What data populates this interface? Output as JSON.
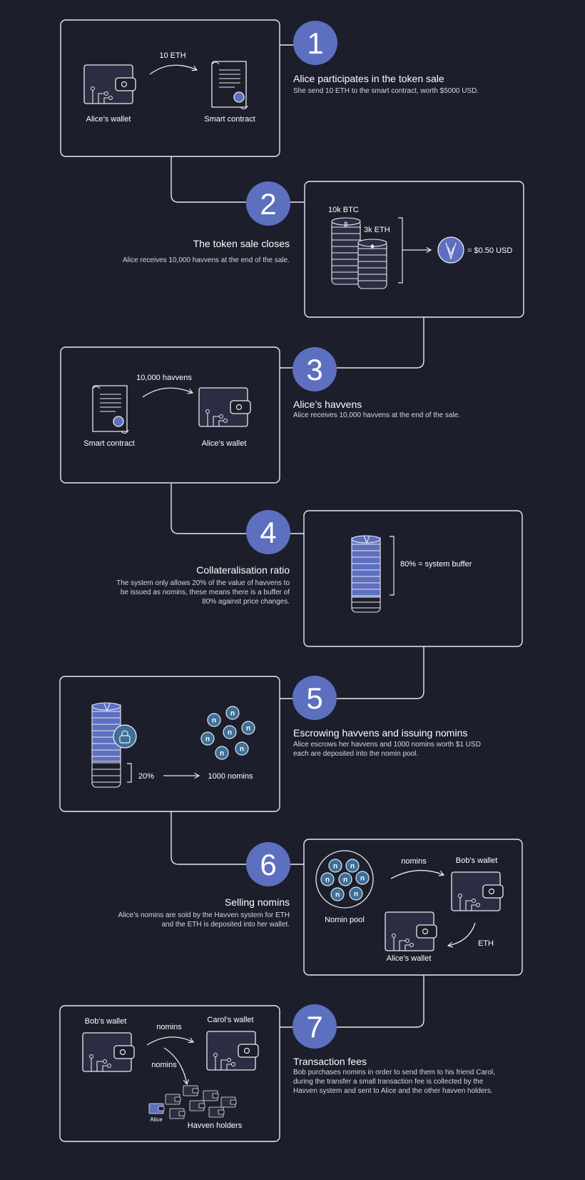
{
  "colors": {
    "background": "#1c1e2b",
    "accent": "#5d6fbf",
    "nomin": "#3d6f97",
    "line": "#e9eaf0"
  },
  "steps": [
    {
      "number": "1",
      "title": "Alice participates in the token sale",
      "desc": [
        "She send 10 ETH to the smart contract, worth $5000 USD."
      ]
    },
    {
      "number": "2",
      "title": "The token sale closes",
      "desc": [
        "Alice receives 10,000 havvens at the end of the sale."
      ]
    },
    {
      "number": "3",
      "title": "Alice’s havvens",
      "desc": [
        "Alice receives 10,000 havvens at the end of the sale."
      ]
    },
    {
      "number": "4",
      "title": "Collateralisation ratio",
      "desc": [
        "The system only allows 20% of the value of havvens to",
        "be issued as nomins, these means there is a buffer of",
        "80% against price changes."
      ]
    },
    {
      "number": "5",
      "title": "Escrowing havvens and issuing nomins",
      "desc": [
        "Alice escrows her havvens and 1000 nomins worth $1 USD",
        "each are deposited into the nomin pool."
      ]
    },
    {
      "number": "6",
      "title": "Selling nomins",
      "desc": [
        "Alice’s nomins are sold by the Havven system for ETH",
        "and the ETH is deposited into her wallet."
      ]
    },
    {
      "number": "7",
      "title": "Transaction fees",
      "desc": [
        "Bob purchases nomins in order to send them to his friend Carol,",
        "during the transfer a small transaction fee is collected by the",
        "Havven system and sent to Alice and the other havven holders."
      ]
    }
  ],
  "labels": {
    "p1_amount": "10 ETH",
    "p1_wallet": "Alice’s wallet",
    "p1_contract": "Smart contract",
    "p2_btc": "10k BTC",
    "p2_eth": "3k ETH",
    "p2_price": "= $0.50 USD",
    "p3_amount": "10,000 havvens",
    "p3_contract": "Smart contract",
    "p3_wallet": "Alice’s wallet",
    "p4_buffer": "80% = system buffer",
    "p5_percent": "20%",
    "p5_nomins": "1000 nomins",
    "p6_nomins": "nomins",
    "p6_bob": "Bob’s wallet",
    "p6_pool": "Nomin pool",
    "p6_eth": "ETH",
    "p6_alice": "Alice’s wallet",
    "p7_bob": "Bob’s wallet",
    "p7_nomins_a": "nomins",
    "p7_carol": "Carol’s wallet",
    "p7_nomins_b": "nomins",
    "p7_alice": "Alice",
    "p7_holders": "Havven holders",
    "nomin_letter": "n"
  }
}
